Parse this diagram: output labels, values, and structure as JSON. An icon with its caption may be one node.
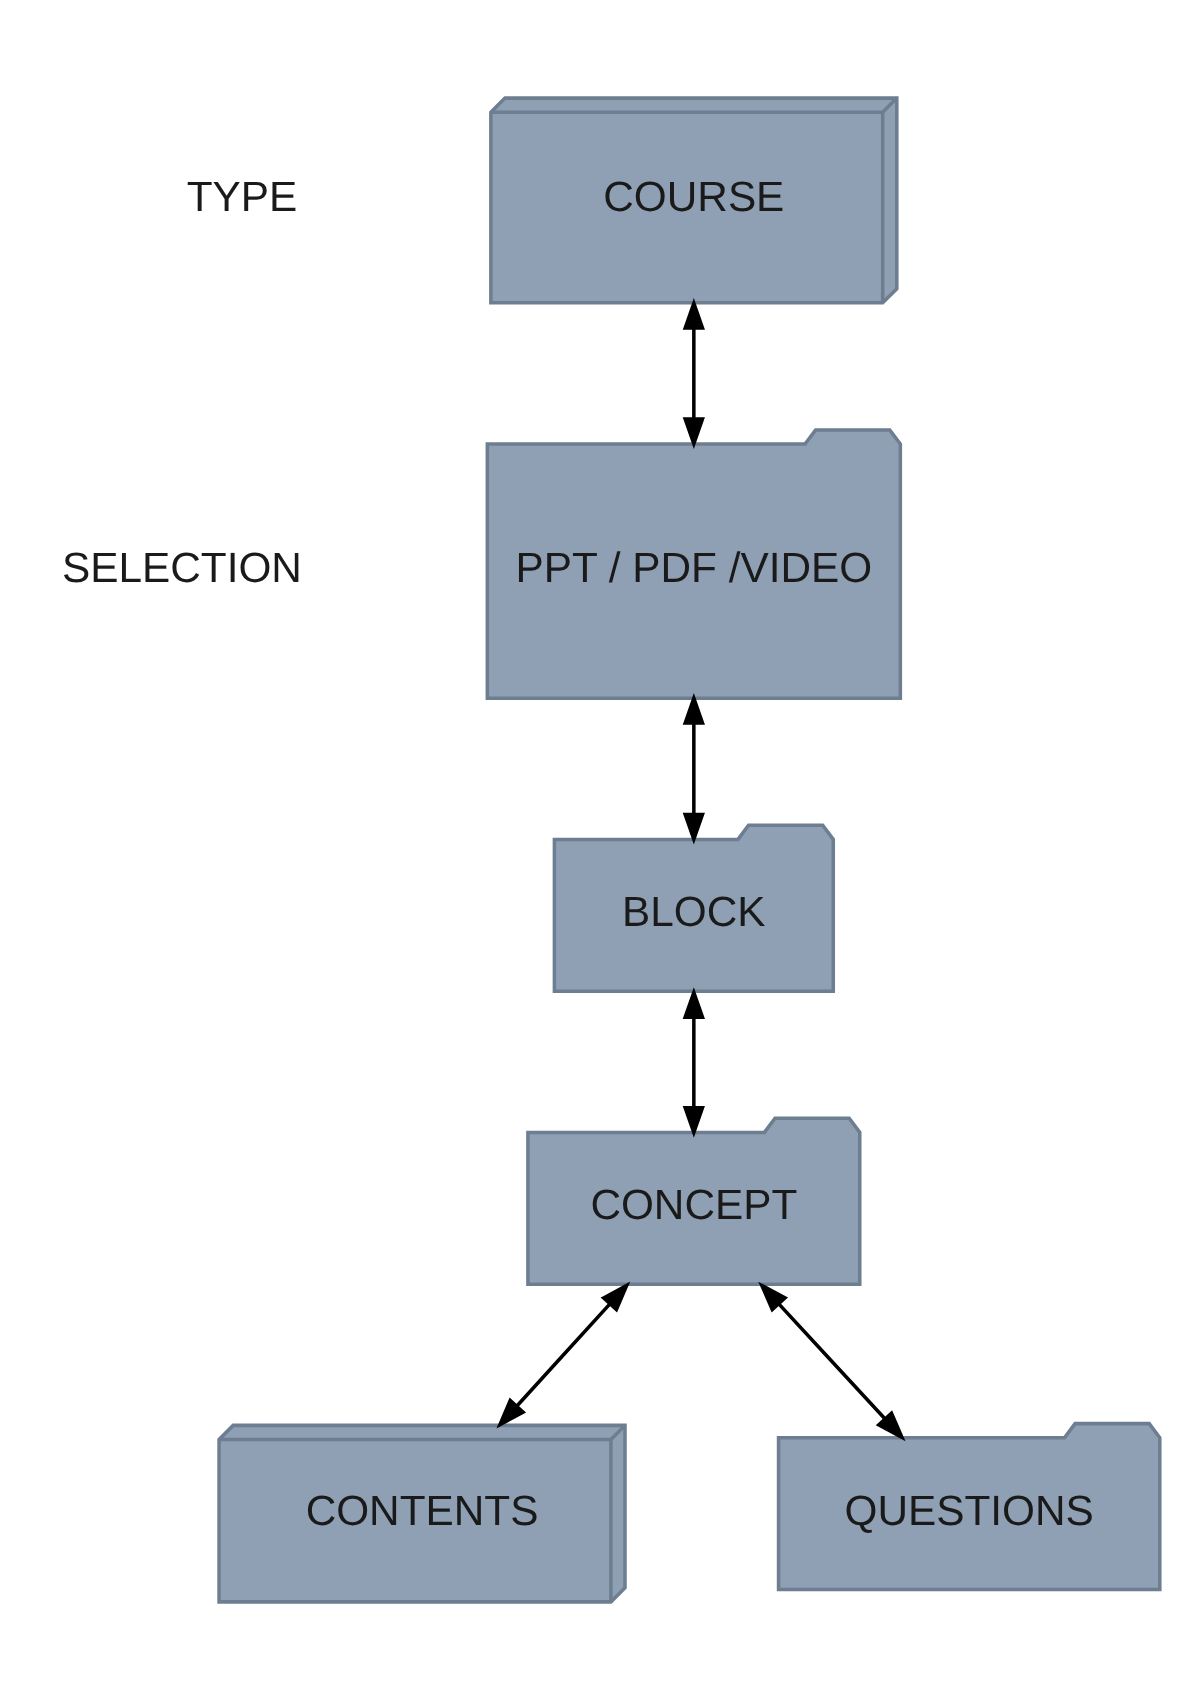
{
  "diagram": {
    "nodes": [
      {
        "text": [
          "COURSE"
        ]
      },
      {
        "text": [
          "PPT / PDF /VIDEO"
        ]
      },
      {
        "text": [
          "BLOCK"
        ]
      },
      {
        "text": [
          "CONCEPT"
        ]
      },
      {
        "text": [
          "CONTENTS"
        ]
      },
      {
        "text": [
          "QUESTIONS"
        ]
      }
    ],
    "edges": [
      {
        "from": 0,
        "to": 1,
        "arrow": "both"
      },
      {
        "from": 1,
        "to": 2,
        "arrow": "both"
      },
      {
        "from": 2,
        "to": 3,
        "arrow": "both"
      },
      {
        "from": 3,
        "to": 4,
        "arrow": "both"
      },
      {
        "from": 3,
        "to": 5,
        "arrow": "both"
      }
    ],
    "labels": [
      "TYPE",
      "SELECTION"
    ]
  }
}
